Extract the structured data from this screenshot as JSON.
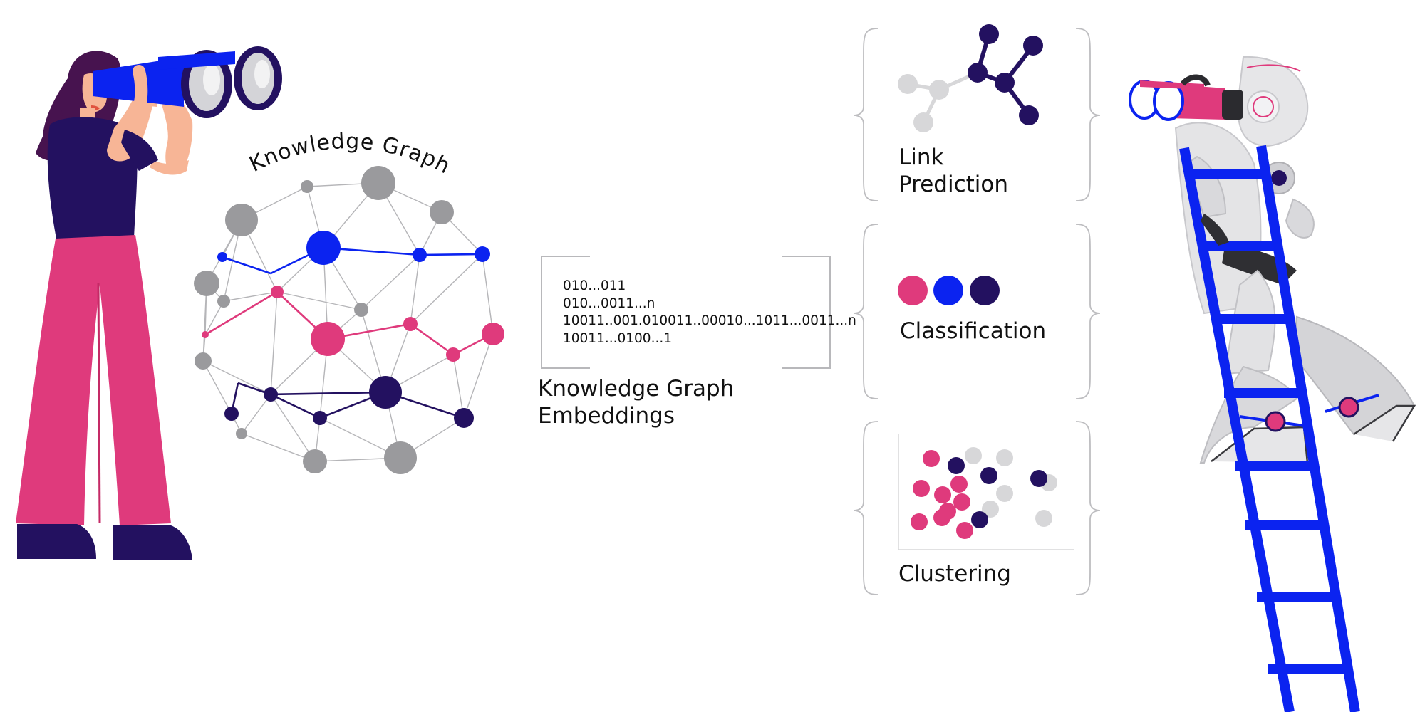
{
  "colors": {
    "pink": "#df3a7c",
    "blue": "#0b23f0",
    "navy": "#231160",
    "gray": "#9a9a9d",
    "light_gray": "#d7d7d9",
    "line_gray": "#b5b5b8",
    "skin": "#f7b596",
    "hair": "#47134f"
  },
  "knowledge_graph": {
    "title": "Knowledge Graph"
  },
  "embeddings": {
    "vectors": [
      "010...011",
      "010...0011...n",
      "10011..001.010011..00010...1011...0011...n",
      "10011...0100...1"
    ],
    "label_line1": "Knowledge Graph",
    "label_line2": "Embeddings"
  },
  "tasks": {
    "link_prediction": {
      "label_line1": "Link",
      "label_line2": "Prediction"
    },
    "classification": {
      "label": "Classification"
    },
    "clustering": {
      "label": "Clustering"
    }
  }
}
